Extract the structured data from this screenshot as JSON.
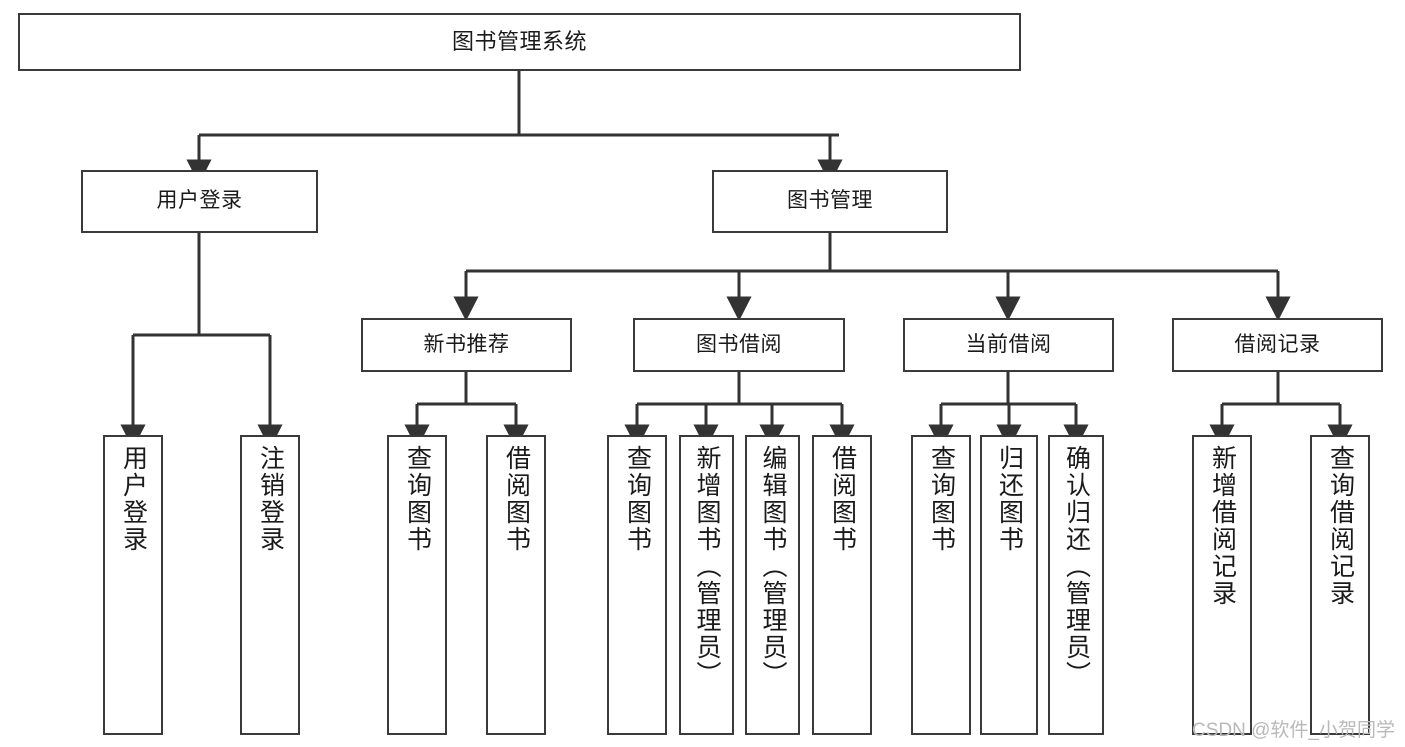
{
  "diagram": {
    "title": "图书管理系统",
    "type": "tree-structure-chart",
    "watermark": "CSDN @软件_小贺同学",
    "colors": {
      "background": "#ffffff",
      "node_fill": "#ffffff",
      "node_border": "#3a3a3a",
      "connector": "#333333",
      "text": "#1a1a1a",
      "watermark": "#b9b9b9"
    }
  },
  "nodes": {
    "root": {
      "label": "图书管理系统"
    },
    "level1": [
      {
        "id": "user-login",
        "label": "用户登录"
      },
      {
        "id": "book-management",
        "label": "图书管理"
      }
    ],
    "level2": [
      {
        "id": "new-book-recommend",
        "label": "新书推荐"
      },
      {
        "id": "book-borrow",
        "label": "图书借阅"
      },
      {
        "id": "current-borrow",
        "label": "当前借阅"
      },
      {
        "id": "borrow-record",
        "label": "借阅记录"
      }
    ],
    "leaves": {
      "user_login": [
        {
          "id": "leaf-user-login",
          "label": "用户登录"
        },
        {
          "id": "leaf-logout-login",
          "label": "注销登录"
        }
      ],
      "new_book_recommend": [
        {
          "id": "leaf-query-book-1",
          "label": "查询图书"
        },
        {
          "id": "leaf-borrow-book-1",
          "label": "借阅图书"
        }
      ],
      "book_borrow": [
        {
          "id": "leaf-query-book-2",
          "label": "查询图书"
        },
        {
          "id": "leaf-add-book",
          "label": "新增图书（管理员）"
        },
        {
          "id": "leaf-edit-book",
          "label": "编辑图书（管理员）"
        },
        {
          "id": "leaf-borrow-book-2",
          "label": "借阅图书"
        }
      ],
      "current_borrow": [
        {
          "id": "leaf-query-book-3",
          "label": "查询图书"
        },
        {
          "id": "leaf-return-book",
          "label": "归还图书"
        },
        {
          "id": "leaf-confirm-return",
          "label": "确认归还（管理员）"
        }
      ],
      "borrow_record": [
        {
          "id": "leaf-add-record",
          "label": "新增借阅记录"
        },
        {
          "id": "leaf-query-record",
          "label": "查询借阅记录"
        }
      ]
    }
  }
}
